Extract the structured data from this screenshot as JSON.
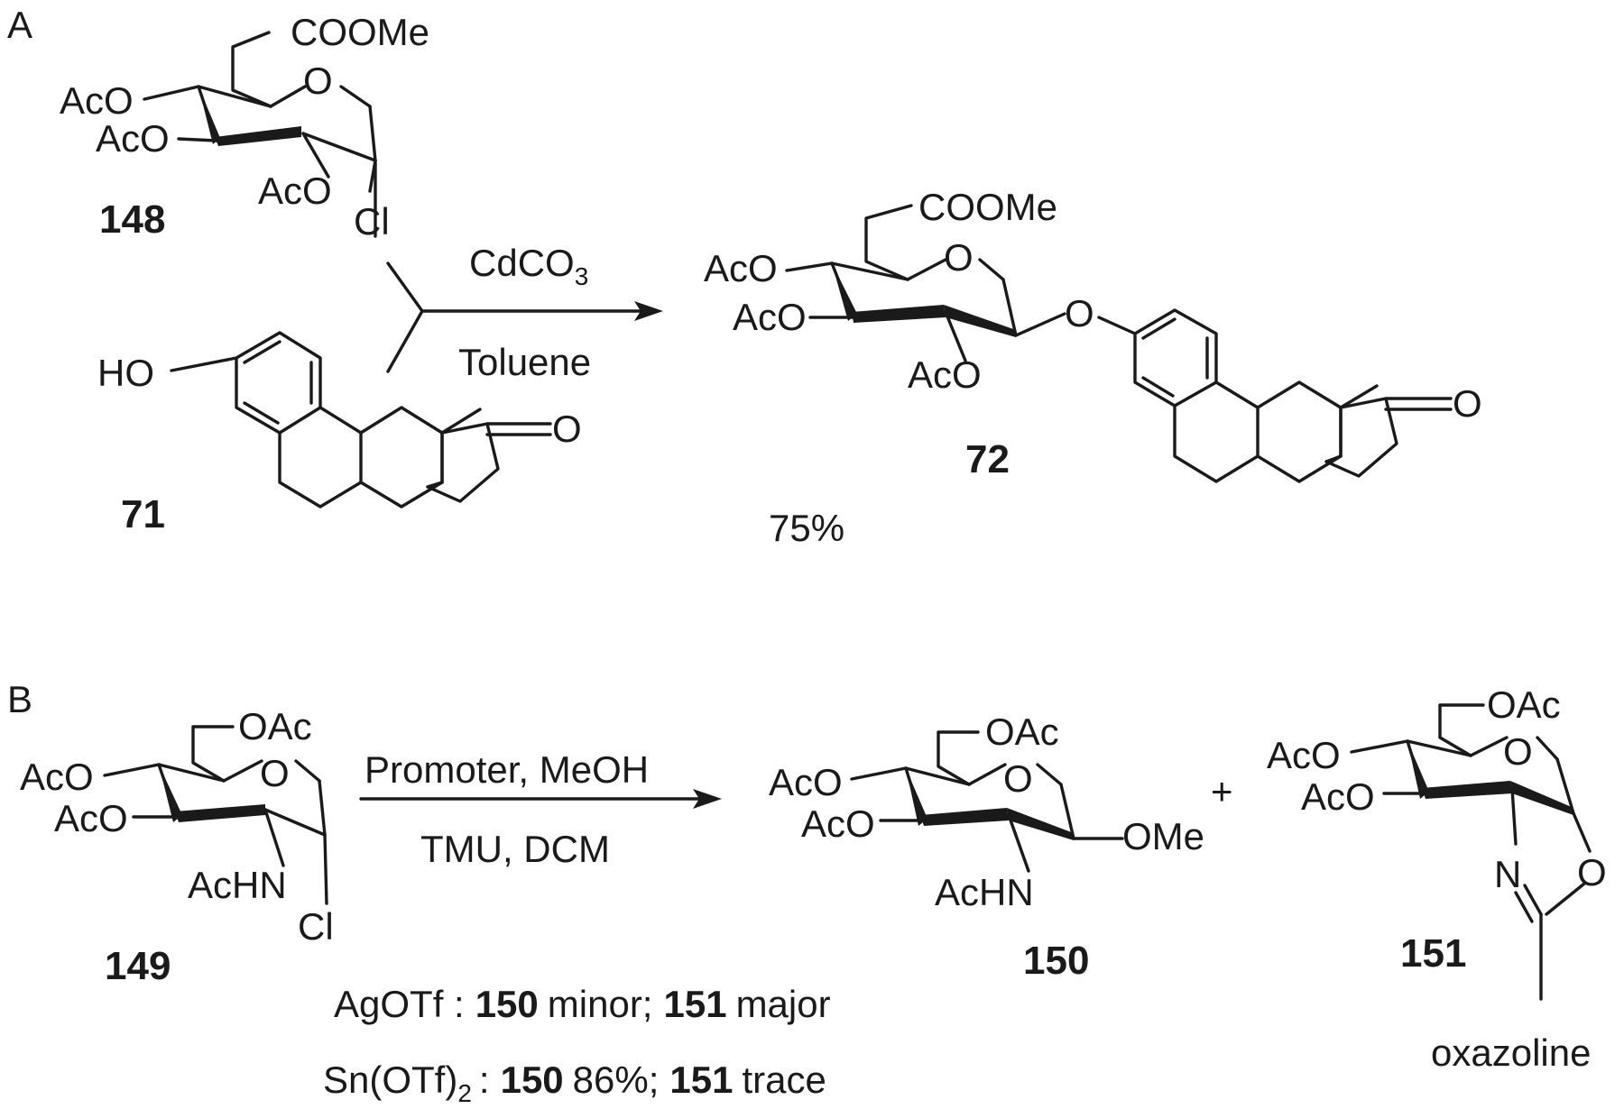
{
  "panels": {
    "a": "A",
    "b": "B"
  },
  "groups": {
    "cooMe": "COOMe",
    "acO": "AcO",
    "o": "O",
    "cl": "Cl",
    "ho": "HO",
    "oAc": "OAc",
    "acHN": "AcHN",
    "oMe": "OMe",
    "n": "N",
    "plus": "+"
  },
  "compounds": {
    "c148": "148",
    "c71": "71",
    "c72": "72",
    "c149": "149",
    "c150": "150",
    "c151": "151"
  },
  "reaction_a": {
    "reagent_main": "CdCO",
    "reagent_sub": "3",
    "solvent": "Toluene",
    "yield": "75%"
  },
  "reaction_b": {
    "reagents": "Promoter, MeOH",
    "solvent": "TMU, DCM",
    "oxazoline_label": "oxazoline",
    "result1": {
      "promoter": "AgOTf :",
      "c1": "150",
      "t1": "minor;",
      "c2": "151",
      "t2": "major"
    },
    "result2": {
      "promoter_main": "Sn(OTf)",
      "promoter_sub": "2",
      "sep": ":",
      "c1": "150",
      "t1": "86%;",
      "c2": "151",
      "t2": "trace"
    }
  }
}
